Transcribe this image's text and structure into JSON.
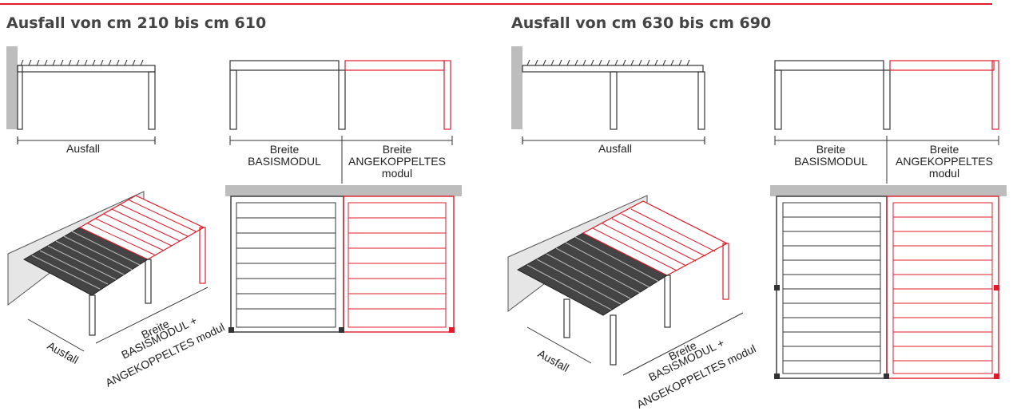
{
  "panels": [
    {
      "title": "Ausfall von cm 210 bis cm 610",
      "side_label": "Ausfall",
      "front_width_label": [
        "Breite",
        "BASISMODUL"
      ],
      "front_coupled_label": [
        "Breite",
        "ANGEKOPPELTES",
        "modul"
      ],
      "iso_depth_label": "Ausfall",
      "iso_width_label": [
        "Breite",
        "BASISMODUL +",
        "ANGEKOPPELTES modul"
      ]
    },
    {
      "title": "Ausfall von cm 630 bis cm 690",
      "side_label": "Ausfall",
      "front_width_label": [
        "Breite",
        "BASISMODUL"
      ],
      "front_coupled_label": [
        "Breite",
        "ANGEKOPPELTES",
        "modul"
      ],
      "iso_depth_label": "Ausfall",
      "iso_width_label": [
        "Breite",
        "BASISMODUL +",
        "ANGEKOPPELTES modul"
      ]
    }
  ],
  "colors": {
    "accent": "#e11b2a",
    "line": "#333333",
    "wall": "#bdbdbd",
    "dark": "#555555"
  }
}
